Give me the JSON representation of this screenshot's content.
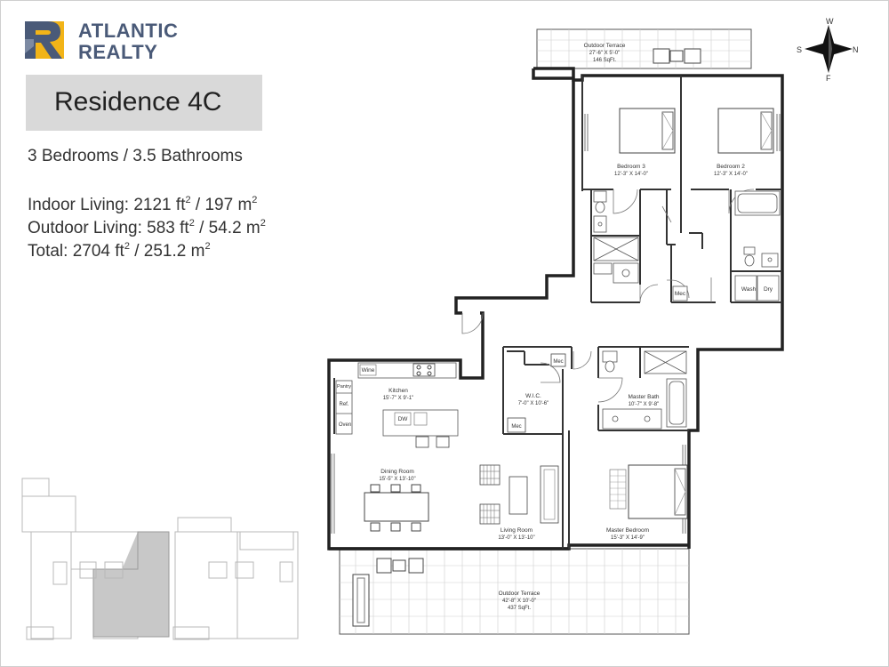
{
  "brand": {
    "line1": "ATLANTIC",
    "line2": "REALTY",
    "mark_color": "#4a5a78",
    "accent_color": "#f2b418"
  },
  "residence": {
    "title": "Residence 4C",
    "bedrooms": "3 Bedrooms / 3.5 Bathrooms",
    "indoor_label": "Indoor Living:",
    "indoor_ft": "2121",
    "indoor_m": "197",
    "outdoor_label": "Outdoor Living:",
    "outdoor_ft": "583",
    "outdoor_m": "54.2",
    "total_label": "Total:",
    "total_ft": "2704",
    "total_m": "251.2",
    "unit_ft": "ft",
    "unit_m": "m",
    "exp": "2"
  },
  "compass": {
    "n": "N",
    "s": "S",
    "w": "W",
    "f": "F"
  },
  "rooms": {
    "outdoor_terrace_top": {
      "name": "Outdoor Terrace",
      "dims": "27'-6\" X 5'-0\"",
      "area": "146 SqFt."
    },
    "bedroom3": {
      "name": "Bedroom 3",
      "dims": "12'-3\" X 14'-0\""
    },
    "bedroom2": {
      "name": "Bedroom 2",
      "dims": "12'-3\" X 14'-0\""
    },
    "kitchen": {
      "name": "Kitchen",
      "dims": "15'-7\" X 9'-1\""
    },
    "wic": {
      "name": "W.I.C.",
      "dims": "7'-0\" X 10'-6\""
    },
    "master_bath": {
      "name": "Master Bath",
      "dims": "10'-7\" X 9'-8\""
    },
    "dining": {
      "name": "Dining Room",
      "dims": "15'-5\" X 13'-10\""
    },
    "living": {
      "name": "Living Room",
      "dims": "13'-0\" X 13'-10\""
    },
    "master_bedroom": {
      "name": "Master Bedroom",
      "dims": "15'-3\" X 14'-9\""
    },
    "outdoor_terrace_bottom": {
      "name": "Outdoor Terrace",
      "dims": "42'-8\" X 10'-0\"",
      "area": "437 SqFt."
    }
  },
  "fixtures": {
    "wine": "Wine",
    "pantry": "Pantry",
    "ref": "Ref.",
    "oven": "Oven",
    "dw": "DW",
    "mec": "Mec",
    "wash": "Wash",
    "dry": "Dry"
  }
}
